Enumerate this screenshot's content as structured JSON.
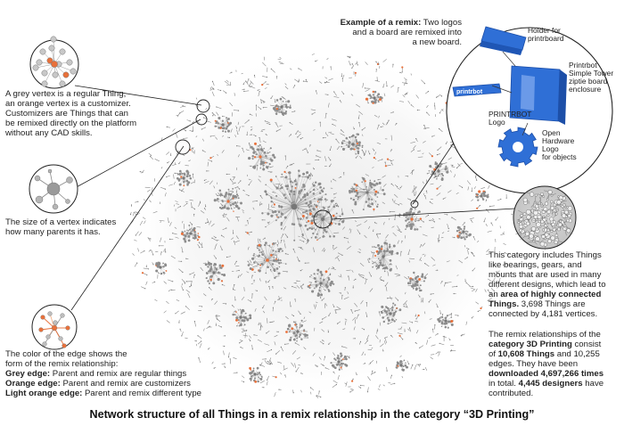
{
  "caption": "Network structure of all Things in a remix relationship in the category “3D Printing”",
  "callouts": {
    "vertex": {
      "line1": "A grey vertex is a regular Thing,",
      "line2": "an orange vertex is a customizer.",
      "line3": "Customizers are Things that can",
      "line4": "be remixed directly on the platform",
      "line5": "without any CAD skills."
    },
    "size": {
      "line1": "The size of a vertex indicates",
      "line2": "how many parents it has."
    },
    "edge": {
      "line1": "The color of the edge shows the",
      "line2": "form of the remix relationship:",
      "grey_label": "Grey edge:",
      "grey_text": " Parent and remix are regular things",
      "orange_label": "Orange edge:",
      "orange_text": " Parent and remix are customizers",
      "light_label": "Light orange edge:",
      "light_text": " Parent and remix different type"
    },
    "remix": {
      "label": "Example of a remix:",
      "line1_rest": " Two logos",
      "line2": "and a board are remixed into",
      "line3": "a new board.",
      "holder": [
        "Holder for",
        "printrboard"
      ],
      "enclosure": [
        "Printrbot",
        "Simple Tower",
        "ziptie board",
        "enclosure"
      ],
      "logo1": [
        "PRINTRBOT",
        "Logo"
      ],
      "logo2": [
        "Open",
        "Hardware",
        "Logo",
        "for objects"
      ],
      "printrbot_word": "printrbot"
    },
    "category": {
      "line1": "This category includes Things",
      "line2": "like bearings, gears, and",
      "line3": "mounts that are used in many",
      "line4": "different designs, which lead to",
      "line5_pre": "an ",
      "line5_bold": "area of highly connected",
      "line6_bold": "Things.",
      "line6_rest": " 3,698 Things are",
      "line7": "connected by 4,181 vertices."
    },
    "stats": {
      "line1": "The remix relationships of the",
      "line2_bold": "category 3D Printing",
      "line2_rest": " consist",
      "line3_pre": "of ",
      "line3_bold": "10,608 Things",
      "line3_rest": " and 10,255",
      "line4": "edges. They have been",
      "line5_bold": "downloaded 4,697,266 times",
      "line6_pre": "in total. ",
      "line6_bold": "4,445 designers",
      "line6_rest": " have",
      "line7": "contributed."
    }
  },
  "colors": {
    "grey_vertex": "#8c8c8c",
    "orange_vertex": "#e8703a",
    "light_orange": "#f4b28a",
    "edge_grey": "#9a9a9a",
    "remix_blue": "#2f6fd6"
  }
}
